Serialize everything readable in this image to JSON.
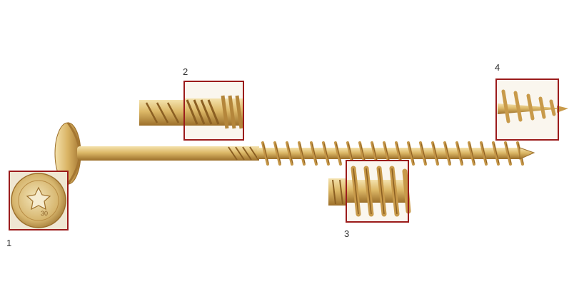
{
  "callouts": [
    {
      "id": "1",
      "label": "1",
      "depicts": "screw-head-torx-drive"
    },
    {
      "id": "2",
      "label": "2",
      "depicts": "ribbed-shank-section"
    },
    {
      "id": "3",
      "label": "3",
      "depicts": "thread-section"
    },
    {
      "id": "4",
      "label": "4",
      "depicts": "cutting-tip"
    }
  ],
  "head_marking": "30",
  "colors": {
    "background": "#ffffff",
    "frame": "#9b1b1b",
    "brass_light": "#e9cf8a",
    "brass_mid": "#d2a957",
    "brass_dark": "#9c6f2a"
  }
}
